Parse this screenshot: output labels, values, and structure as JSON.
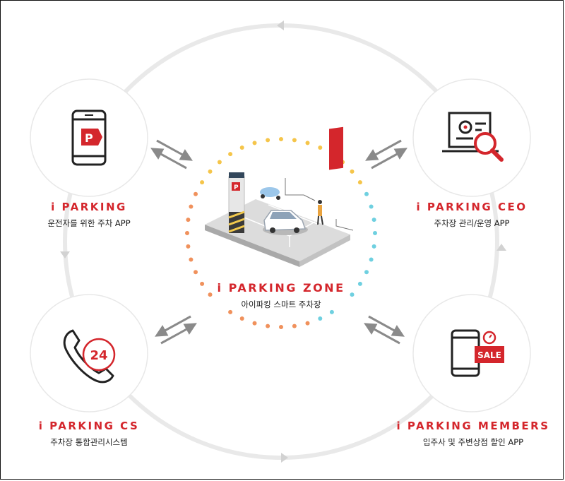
{
  "center": {
    "title": "i PARKING ZONE",
    "subtitle": "아이파킹 스마트 주차장"
  },
  "nodes": {
    "parking": {
      "title": "i PARKING",
      "subtitle": "운전자를 위한 주차 APP",
      "icon": "smartphone-app-icon"
    },
    "ceo": {
      "title": "i PARKING CEO",
      "subtitle": "주차장 관리/운영 APP",
      "icon": "monitor-search-icon"
    },
    "cs": {
      "title": "i PARKING CS",
      "subtitle": "주차장 통합관리시스템",
      "icon": "phone-24-icon",
      "badge": "24"
    },
    "members": {
      "title": "i PARKING MEMBERS",
      "subtitle": "입주사 및 주변상점 할인 APP",
      "icon": "phone-sale-icon",
      "badge": "SALE"
    }
  },
  "colors": {
    "brand_red": "#d4262c",
    "ring_gray": "#e6e6e6",
    "arrow_gray": "#8a8a8a",
    "dot_yellow": "#f5c54a",
    "dot_orange": "#f0915c",
    "dot_cyan": "#6fd0e0"
  }
}
